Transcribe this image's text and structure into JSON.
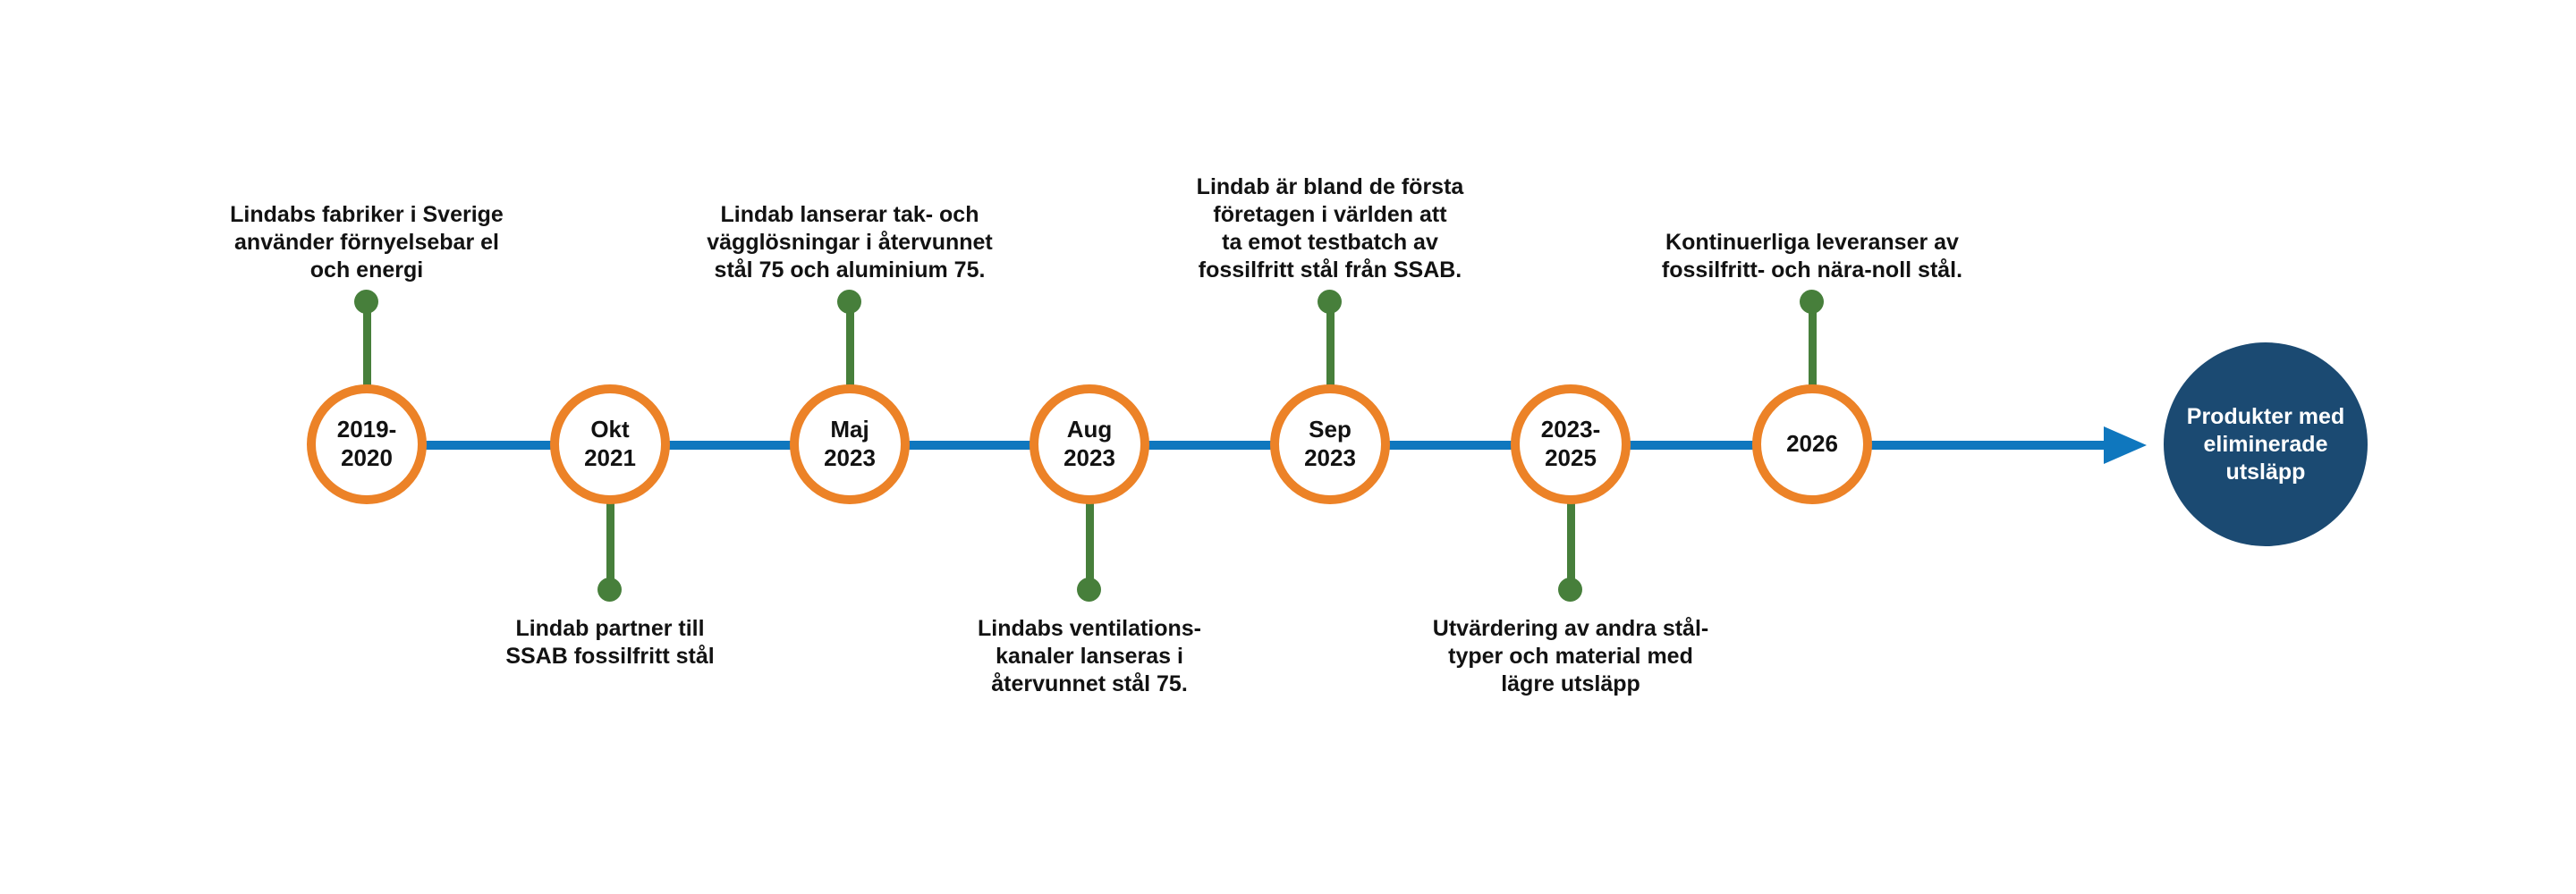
{
  "colors": {
    "orange": "#EC8227",
    "blue": "#0F77BE",
    "green": "#477F3B",
    "navy": "#1B4A72",
    "text": "#121212"
  },
  "timeline": {
    "milestones": [
      {
        "date": "2019-\n2020",
        "side": "top",
        "annotation": "Lindabs fabriker i Sverige\nanvänder förnyelsebar el\noch energi"
      },
      {
        "date": "Okt\n2021",
        "side": "bottom",
        "annotation": "Lindab partner till\nSSAB fossilfritt stål"
      },
      {
        "date": "Maj\n2023",
        "side": "top",
        "annotation": "Lindab lanserar tak- och\nvägglösningar i återvunnet\nstål 75 och aluminium 75."
      },
      {
        "date": "Aug\n2023",
        "side": "bottom",
        "annotation": "Lindabs ventilations-\nkanaler lanseras i\nåtervunnet stål 75."
      },
      {
        "date": "Sep\n2023",
        "side": "top",
        "annotation": "Lindab är bland de första\nföretagen i världen att\nta emot testbatch av\nfossilfritt stål från SSAB."
      },
      {
        "date": "2023-\n2025",
        "side": "bottom",
        "annotation": "Utvärdering av andra stål-\ntyper och material med\nlägre utsläpp"
      },
      {
        "date": "2026",
        "side": "top",
        "annotation": "Kontinuerliga leveranser av\nfossilfritt- och nära-noll stål."
      }
    ],
    "end_node_label": "Produkter med\neliminerade\nutsläpp"
  }
}
